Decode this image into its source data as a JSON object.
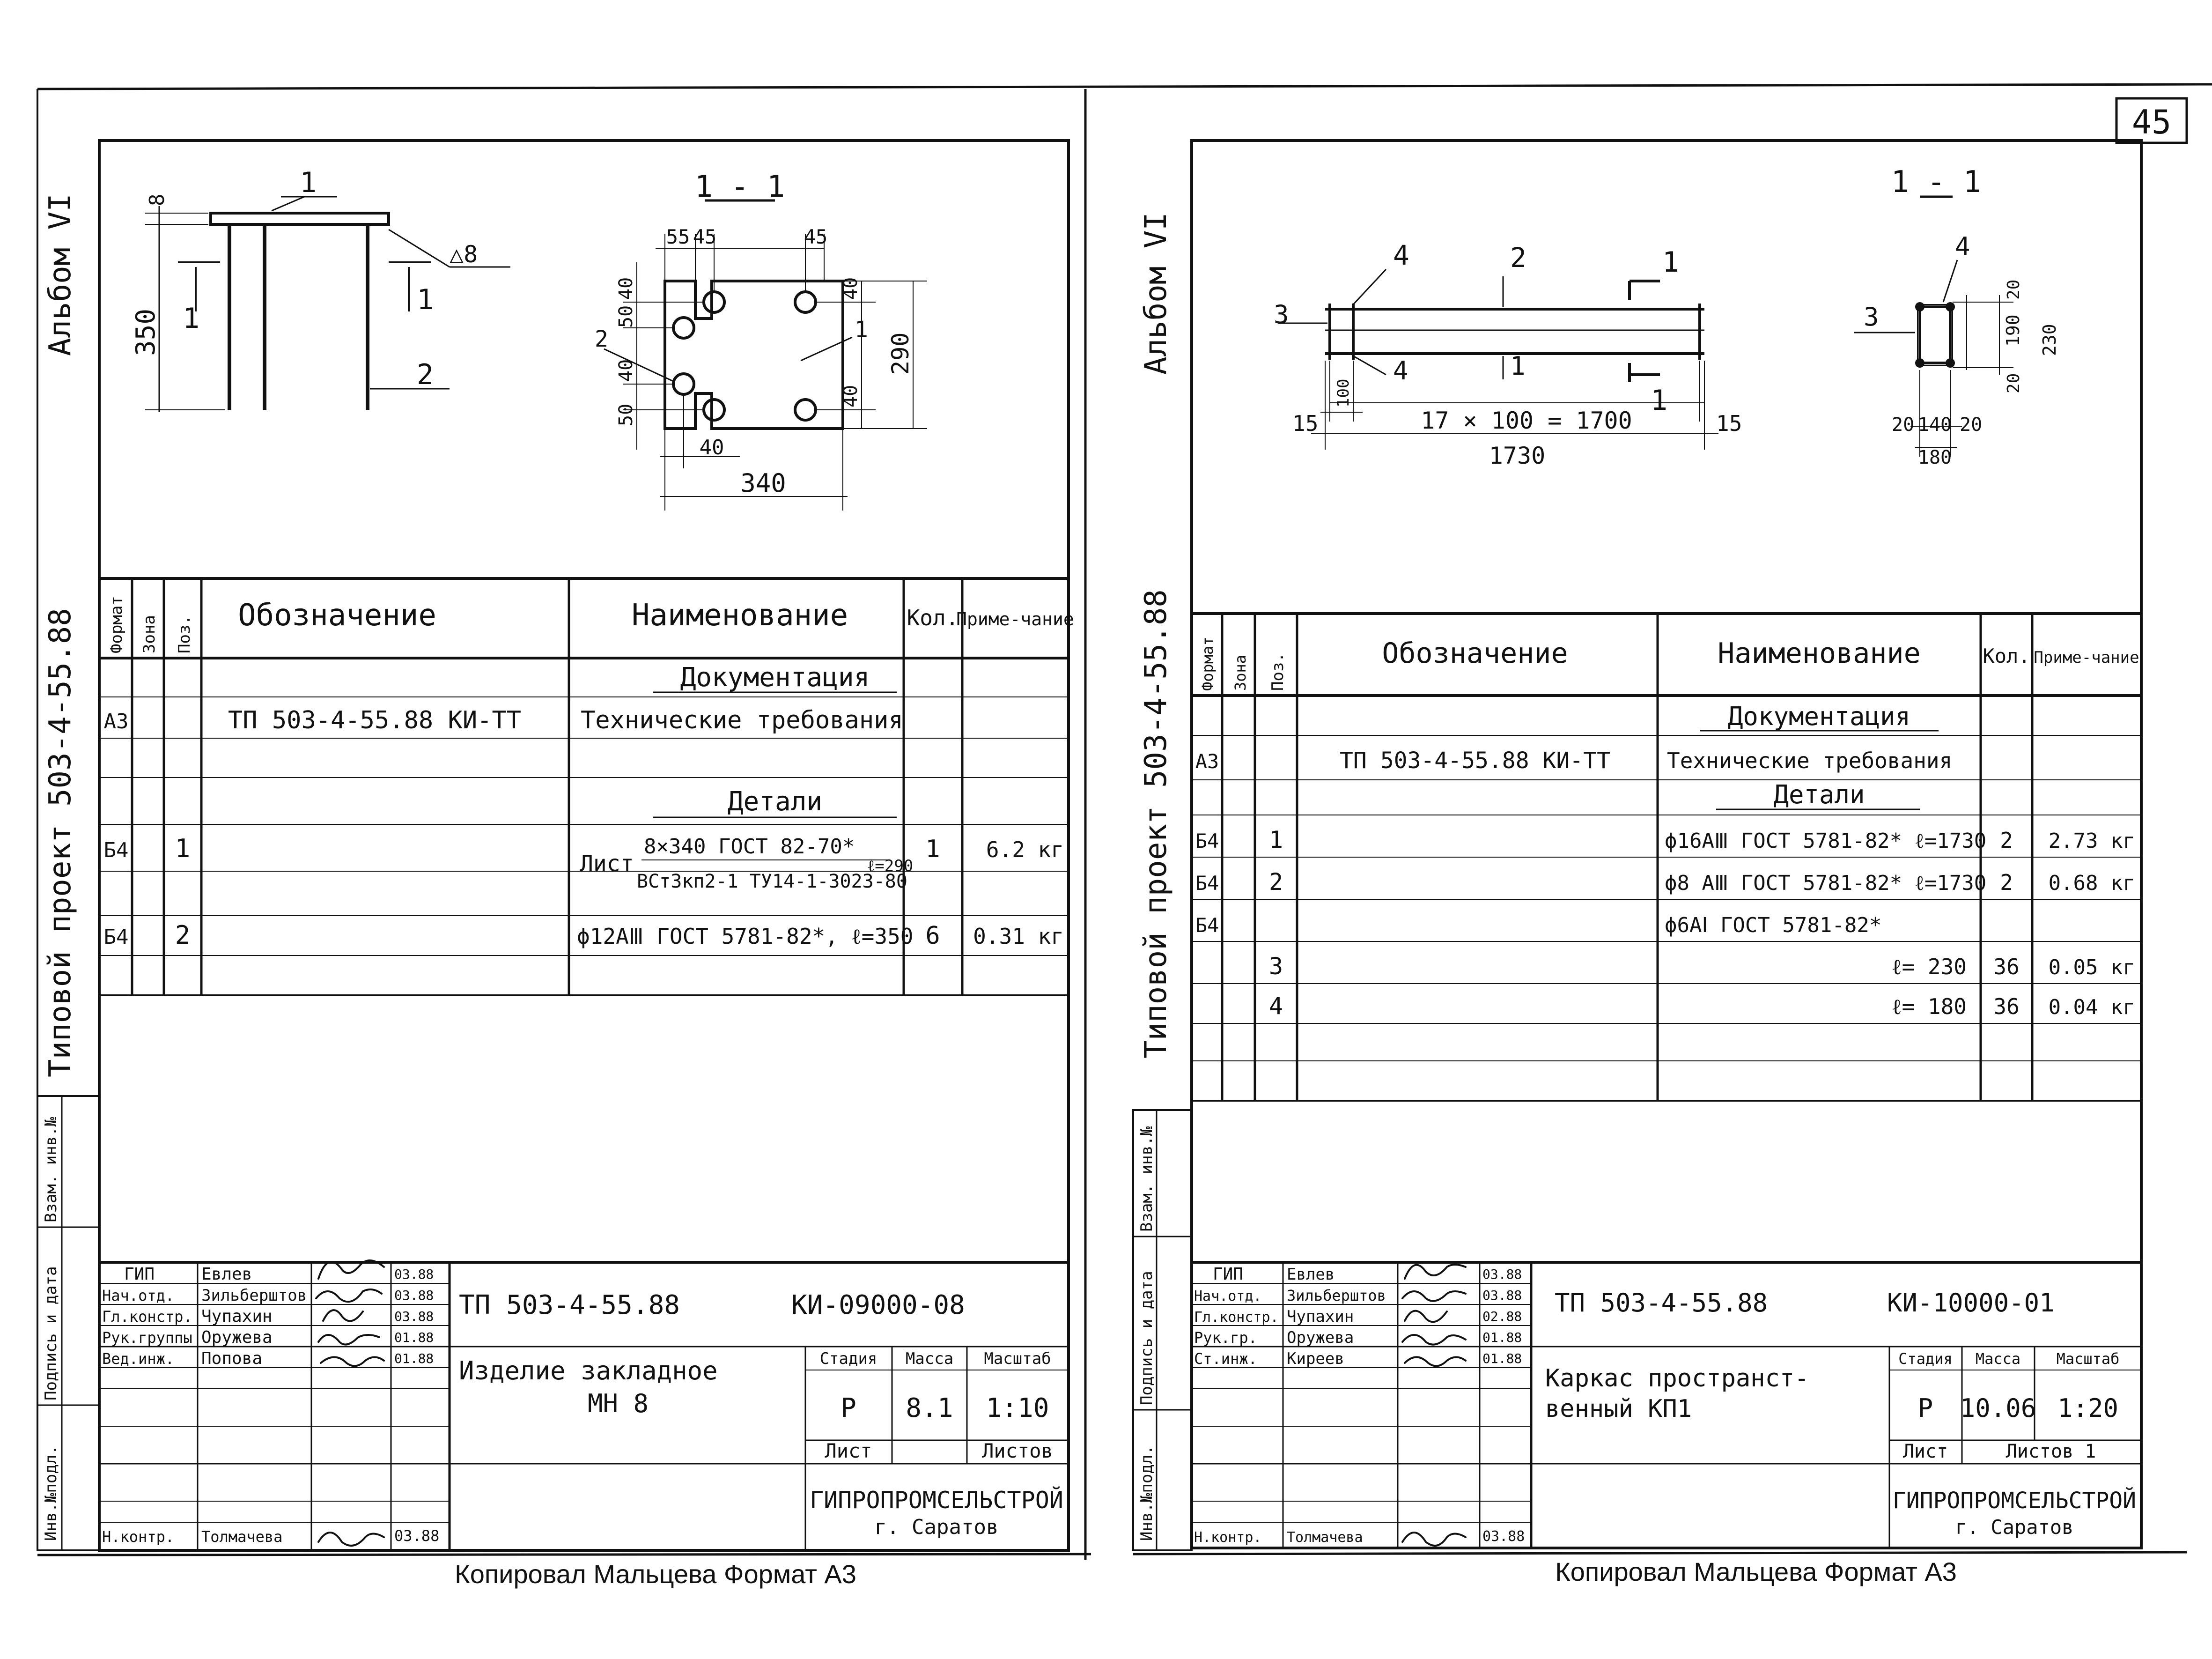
{
  "sheet_number": "45",
  "album_label": "Альбом VI",
  "project_label": "Типовой проект 503-4-55.88",
  "bottom_note": "Копировал  Мальцева  Формат А3",
  "side_stamp": {
    "inv_podl": "Инв.№подл.",
    "podpis_data": "Подпись и дата",
    "vzam_inv": "Взам. инв.№"
  },
  "drawing_left": {
    "drawing": {
      "pos1": "1",
      "pos2": "2",
      "section_mark": "1",
      "weld": "△8",
      "dim_8": "8",
      "dim_350": "350",
      "section_title": "1 - 1",
      "dims_top": [
        "55",
        "45",
        "45"
      ],
      "dims_left": [
        "40",
        "50",
        "40",
        "50"
      ],
      "dims_right": [
        "40",
        "40"
      ],
      "dim_290": "290",
      "dim_40": "40",
      "dim_340": "340",
      "label_1": "1",
      "label_2": "2"
    },
    "spec": {
      "headers": {
        "format": "Формат",
        "zone": "Зона",
        "pos": "Поз.",
        "designation": "Обозначение",
        "name": "Наименование",
        "qty": "Кол.",
        "note": "Приме-чание"
      },
      "sec_docs": "Документация",
      "doc_row": {
        "format": "А3",
        "designation": "ТП 503-4-55.88  КИ-ТТ",
        "name": "Технические требования"
      },
      "sec_parts": "Детали",
      "rows": [
        {
          "format": "Б4",
          "pos": "1",
          "prefix": "Лист",
          "line1": "8×340 ГОСТ 82-70*",
          "line2": "ВСт3кп2-1 ТУ14-1-3023-80",
          "extra": "ℓ=290",
          "qty": "1",
          "note": "6.2 кг"
        },
        {
          "format": "Б4",
          "pos": "2",
          "name": "ϕ12АⅢ ГОСТ 5781-82*, ℓ=350",
          "qty": "6",
          "note": "0.31 кг"
        }
      ]
    },
    "title_block": {
      "roles": [
        "ГИП",
        "Нач.отд.",
        "Гл.констр.",
        "Рук.группы",
        "Вед.инж.",
        "",
        "",
        "",
        "Н.контр."
      ],
      "names": [
        "Евлев",
        "Зильберштов",
        "Чупахин",
        "Оружева",
        "Попова",
        "",
        "",
        "",
        "Толмачева"
      ],
      "dates": [
        "03.88",
        "03.88",
        "03.88",
        "01.88",
        "01.88",
        "",
        "",
        "",
        "03.88"
      ],
      "code": "ТП  503-4-55.88",
      "doc": "КИ-09000-08",
      "title": [
        "Изделие  закладное",
        "МН 8"
      ],
      "stage_label": "Стадия",
      "mass_label": "Масса",
      "scale_label": "Масштаб",
      "stage": "Р",
      "mass": "8.1",
      "scale": "1:10",
      "sheet_label": "Лист",
      "sheets_label": "Листов",
      "org": "ГИПРОПРОМСЕЛЬСТРОЙ",
      "city": "г. Саратов"
    }
  },
  "drawing_right": {
    "drawing": {
      "pos4": "4",
      "pos2": "2",
      "pos3": "3",
      "section_mark": "1",
      "dim_100": "100",
      "dim_15": "15",
      "dim_chain": "17 × 100 = 1700",
      "dim_1730": "1730",
      "section_title": "1 - 1",
      "dim_20": "20",
      "dim_190": "190",
      "dim_230": "230",
      "dim_140": "140",
      "dim_180": "180"
    },
    "spec": {
      "headers": {
        "format": "Формат",
        "zone": "Зона",
        "pos": "Поз.",
        "designation": "Обозначение",
        "name": "Наименование",
        "qty": "Кол.",
        "note": "Приме-чание"
      },
      "sec_docs": "Документация",
      "doc_row": {
        "format": "А3",
        "designation": "ТП 503-4-55.88  КИ-ТТ",
        "name": "Технические требования"
      },
      "sec_parts": "Детали",
      "rows": [
        {
          "format": "Б4",
          "pos": "1",
          "name": "ϕ16АⅢ ГОСТ 5781-82* ℓ=1730",
          "qty": "2",
          "note": "2.73 кг"
        },
        {
          "format": "Б4",
          "pos": "2",
          "name": "ϕ8 АⅢ ГОСТ 5781-82* ℓ=1730",
          "qty": "2",
          "note": "0.68 кг"
        },
        {
          "format": "Б4",
          "pos": "",
          "name": "ϕ6АⅠ ГОСТ 5781-82*",
          "qty": "",
          "note": ""
        },
        {
          "format": "",
          "pos": "3",
          "name": "ℓ= 230",
          "qty": "36",
          "note": "0.05 кг"
        },
        {
          "format": "",
          "pos": "4",
          "name": "ℓ= 180",
          "qty": "36",
          "note": "0.04 кг"
        }
      ]
    },
    "title_block": {
      "roles": [
        "ГИП",
        "Нач.отд.",
        "Гл.констр.",
        "Рук.гр.",
        "Ст.инж.",
        "",
        "",
        "",
        "Н.контр."
      ],
      "names": [
        "Евлев",
        "Зильберштов",
        "Чупахин",
        "Оружева",
        "Киреев",
        "",
        "",
        "",
        "Толмачева"
      ],
      "dates": [
        "03.88",
        "03.88",
        "02.88",
        "01.88",
        "01.88",
        "",
        "",
        "",
        "03.88"
      ],
      "code": "ТП  503-4-55.88",
      "doc": "КИ-10000-01",
      "title": [
        "Каркас  пространст-",
        "венный   КП1"
      ],
      "stage_label": "Стадия",
      "mass_label": "Масса",
      "scale_label": "Масштаб",
      "stage": "Р",
      "mass": "10.06",
      "scale": "1:20",
      "sheet_label": "Лист",
      "sheets_label": "Листов 1",
      "org": "ГИПРОПРОМСЕЛЬСТРОЙ",
      "city": "г. Саратов"
    }
  }
}
